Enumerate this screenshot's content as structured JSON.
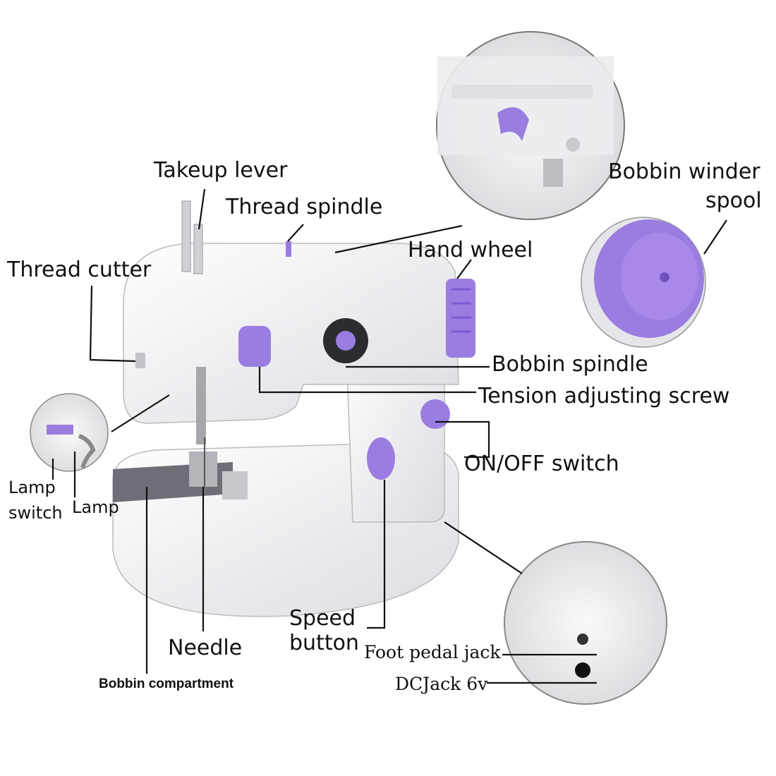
{
  "labels": {
    "takeup_lever": "Takeup lever",
    "thread_spindle": "Thread spindle",
    "thread_cutter": "Thread cutter",
    "hand_wheel": "Hand wheel",
    "bobbin_winder_spool_1": "Bobbin winder",
    "bobbin_winder_spool_2": "spool",
    "bobbin_spindle": "Bobbin spindle",
    "tension_adjusting_screw": "Tension adjusting screw",
    "on_off_switch": "ON/OFF switch",
    "lamp_switch_1": "Lamp",
    "lamp_switch_2": "switch",
    "lamp": "Lamp",
    "speed_button_1": "Speed",
    "speed_button_2": "button",
    "needle": "Needle",
    "bobbin_compartment": "Bobbin compartment",
    "foot_pedal_jack": "Foot pedal jack",
    "dc_jack": "DCJack 6v"
  },
  "colors": {
    "body": "#f3f3f6",
    "accent": "#9a7de0",
    "accent_dark": "#6f52c0",
    "line": "#111111"
  }
}
